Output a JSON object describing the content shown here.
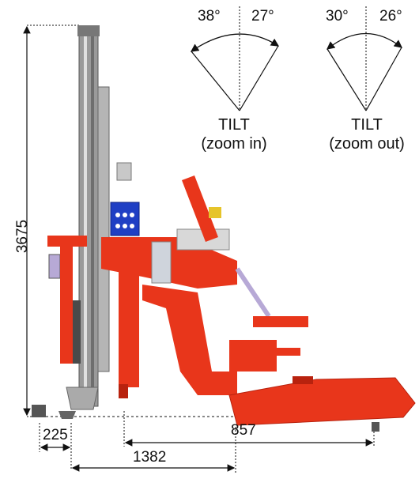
{
  "dimensions": {
    "height": "3675",
    "offset_small": "225",
    "reach_short": "857",
    "reach_long": "1382"
  },
  "tilt_zoom_in": {
    "angle_left": "38°",
    "angle_right": "27°",
    "label_line1": "TILT",
    "label_line2": "(zoom in)"
  },
  "tilt_zoom_out": {
    "angle_left": "30°",
    "angle_right": "26°",
    "label_line1": "TILT",
    "label_line2": "(zoom out)"
  },
  "colors": {
    "machine_red": "#e8361b",
    "machine_dark_red": "#b8220e",
    "mast_grey": "#9a9a9a",
    "panel_blue": "#1f3fc4",
    "cylinder_silver": "#cfd4dc",
    "hose_purple": "#b7a9d6",
    "yellow_part": "#e6c42a"
  }
}
